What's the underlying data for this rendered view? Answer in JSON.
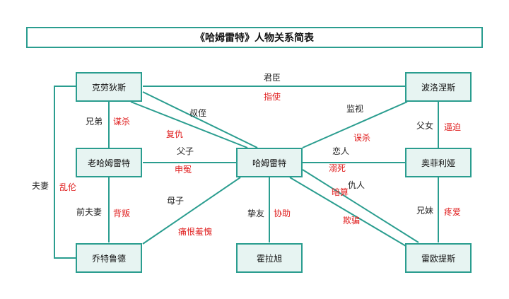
{
  "title": "《哈姆雷特》人物关系简表",
  "nodes": {
    "claudius": "克劳狄斯",
    "polonius": "波洛涅斯",
    "old_hamlet": "老哈姆雷特",
    "hamlet": "哈姆雷特",
    "ophelia": "奥菲利娅",
    "gertrude": "乔特鲁德",
    "horatio": "霍拉旭",
    "laertes": "雷欧提斯"
  },
  "edges": {
    "claudius_polonius": {
      "relation": "君臣",
      "action": "指使"
    },
    "claudius_old_hamlet": {
      "relation": "兄弟",
      "action": "谋杀"
    },
    "claudius_hamlet": {
      "relation": "叔侄",
      "action": "复仇"
    },
    "claudius_gertrude": {
      "relation": "夫妻",
      "action": "乱伦"
    },
    "polonius_hamlet": {
      "relation": "监视",
      "action": "误杀"
    },
    "polonius_ophelia": {
      "relation": "父女",
      "action": "逼迫"
    },
    "old_hamlet_hamlet": {
      "relation": "父子",
      "action": "申冤"
    },
    "old_hamlet_gertrude": {
      "relation": "前夫妻",
      "action": "背叛"
    },
    "hamlet_ophelia": {
      "relation": "恋人",
      "action": "溺死"
    },
    "hamlet_gertrude": {
      "relation": "母子",
      "action": "痛恨羞愧"
    },
    "hamlet_horatio": {
      "relation": "挚友",
      "action": "协助"
    },
    "hamlet_laertes": {
      "relation": "仇人",
      "action": "暗算",
      "action2": "欺骗"
    },
    "ophelia_laertes": {
      "relation": "兄妹",
      "action": "疼爱"
    }
  }
}
